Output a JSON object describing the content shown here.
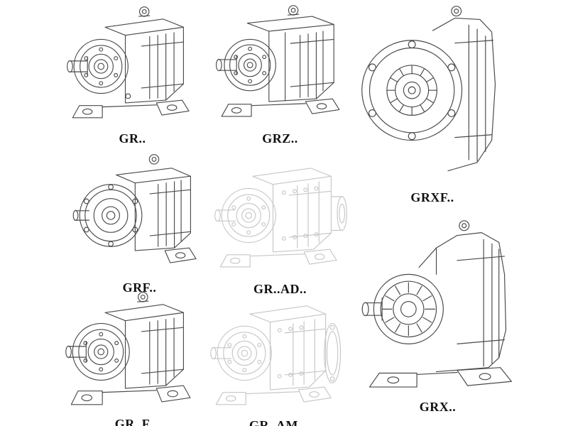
{
  "page": {
    "background": "#ffffff"
  },
  "colors": {
    "line": "#4a4a4a",
    "faint_line": "#c6c6c6",
    "label_text": "#101010"
  },
  "items": [
    {
      "id": "gr",
      "label": "GR..",
      "style": "solid"
    },
    {
      "id": "grz",
      "label": "GRZ..",
      "style": "solid"
    },
    {
      "id": "grxf",
      "label": "GRXF..",
      "style": "solid"
    },
    {
      "id": "grf",
      "label": "GRF..",
      "style": "solid"
    },
    {
      "id": "gr-ad",
      "label": "GR..AD..",
      "style": "faint"
    },
    {
      "id": "gr-f",
      "label": "GR..F",
      "style": "solid"
    },
    {
      "id": "gr-am",
      "label": "GR..AM..",
      "style": "faint"
    },
    {
      "id": "grx",
      "label": "GRX..",
      "style": "solid"
    }
  ]
}
